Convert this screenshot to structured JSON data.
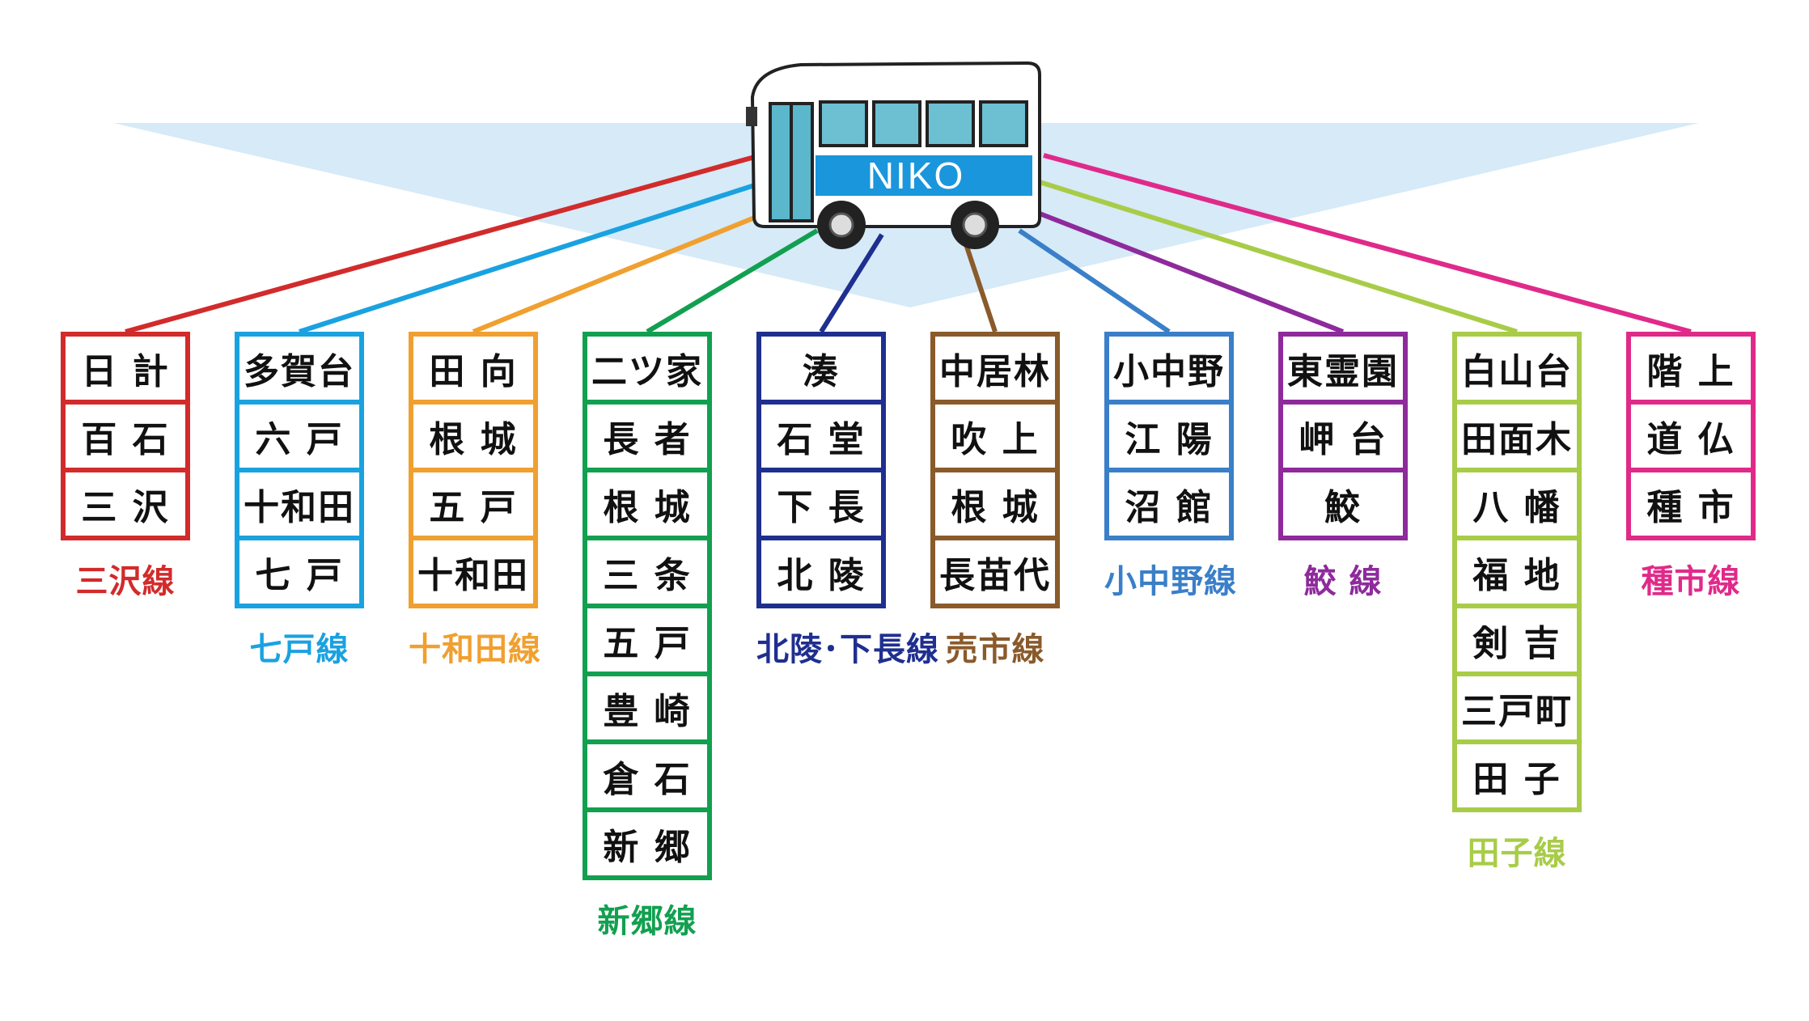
{
  "bus": {
    "label": "NIKO"
  },
  "routes": [
    {
      "name": "三沢線",
      "color": "#d22b2b",
      "stops": [
        "日 計",
        "百 石",
        "三 沢"
      ]
    },
    {
      "name": "七戸線",
      "color": "#1aa2e0",
      "stops": [
        "多賀台",
        "六 戸",
        "十和田",
        "七 戸"
      ]
    },
    {
      "name": "十和田線",
      "color": "#f0a030",
      "stops": [
        "田 向",
        "根 城",
        "五 戸",
        "十和田"
      ]
    },
    {
      "name": "新郷線",
      "color": "#12a050",
      "stops": [
        "二ツ家",
        "長 者",
        "根 城",
        "三 条",
        "五 戸",
        "豊 崎",
        "倉 石",
        "新 郷"
      ]
    },
    {
      "name": "北陵･下長線",
      "color": "#1f2f8f",
      "stops": [
        "湊",
        "石 堂",
        "下 長",
        "北 陵"
      ]
    },
    {
      "name": "売市線",
      "color": "#8a5a2b",
      "stops": [
        "中居林",
        "吹 上",
        "根 城",
        "長苗代"
      ]
    },
    {
      "name": "小中野線",
      "color": "#3a7fc8",
      "stops": [
        "小中野",
        "江 陽",
        "沼 館"
      ]
    },
    {
      "name": "鮫 線",
      "color": "#8e2a9c",
      "stops": [
        "東霊園",
        "岬 台",
        "鮫"
      ]
    },
    {
      "name": "田子線",
      "color": "#a8cc48",
      "stops": [
        "白山台",
        "田面木",
        "八 幡",
        "福 地",
        "剣 吉",
        "三戸町",
        "田 子"
      ]
    },
    {
      "name": "種市線",
      "color": "#e02a8a",
      "stops": [
        "階 上",
        "道 仏",
        "種 市"
      ]
    }
  ]
}
